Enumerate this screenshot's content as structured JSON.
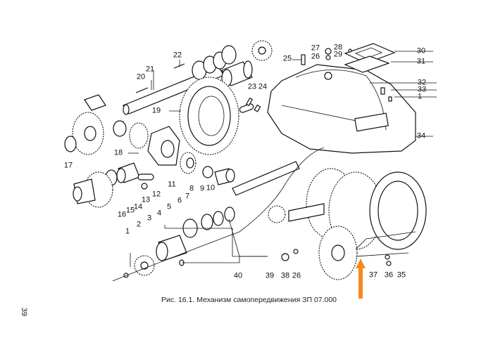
{
  "figure": {
    "caption": "Рис. 16.1. Механизм самопередвижения ЗП 07.000",
    "page_number": "39",
    "arrow_color": "#F5891F",
    "part_labels": [
      {
        "id": "1",
        "text": "1"
      },
      {
        "id": "2",
        "text": "2"
      },
      {
        "id": "3",
        "text": "3"
      },
      {
        "id": "4",
        "text": "4"
      },
      {
        "id": "5",
        "text": "5"
      },
      {
        "id": "6",
        "text": "6"
      },
      {
        "id": "7",
        "text": "7"
      },
      {
        "id": "8",
        "text": "8"
      },
      {
        "id": "9",
        "text": "9"
      },
      {
        "id": "10",
        "text": "10"
      },
      {
        "id": "11",
        "text": "11"
      },
      {
        "id": "12",
        "text": "12"
      },
      {
        "id": "13",
        "text": "13"
      },
      {
        "id": "14",
        "text": "14"
      },
      {
        "id": "15",
        "text": "15"
      },
      {
        "id": "16",
        "text": "16"
      },
      {
        "id": "17",
        "text": "17"
      },
      {
        "id": "18",
        "text": "18"
      },
      {
        "id": "19",
        "text": "19"
      },
      {
        "id": "20",
        "text": "20"
      },
      {
        "id": "21",
        "text": "21"
      },
      {
        "id": "22",
        "text": "22"
      },
      {
        "id": "23",
        "text": "23"
      },
      {
        "id": "24",
        "text": "24"
      },
      {
        "id": "25",
        "text": "25"
      },
      {
        "id": "26a",
        "text": "26"
      },
      {
        "id": "27",
        "text": "27"
      },
      {
        "id": "28",
        "text": "28"
      },
      {
        "id": "29",
        "text": "29"
      },
      {
        "id": "30",
        "text": "30"
      },
      {
        "id": "31",
        "text": "31"
      },
      {
        "id": "32",
        "text": "32"
      },
      {
        "id": "33",
        "text": "33"
      },
      {
        "id": "1b",
        "text": "1"
      },
      {
        "id": "34",
        "text": "34"
      },
      {
        "id": "35",
        "text": "35"
      },
      {
        "id": "36",
        "text": "36"
      },
      {
        "id": "37",
        "text": "37"
      },
      {
        "id": "38",
        "text": "38"
      },
      {
        "id": "26b",
        "text": "26"
      },
      {
        "id": "39",
        "text": "39"
      },
      {
        "id": "40",
        "text": "40"
      }
    ]
  }
}
